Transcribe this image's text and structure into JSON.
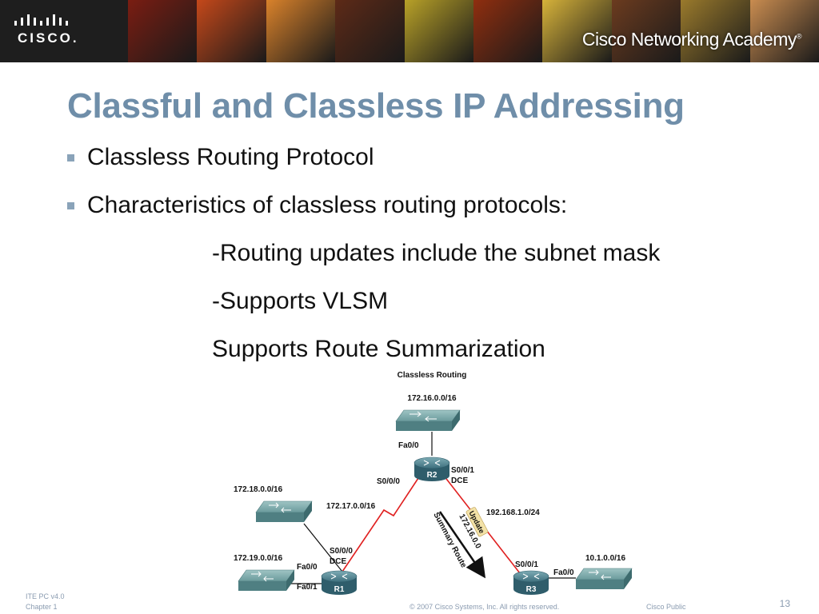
{
  "header": {
    "logo_text": "CISCO.",
    "academy_brand": "Cisco",
    "academy_rest": " Networking Academy",
    "photo_colors": [
      "#7a1d12",
      "#c4481a",
      "#d9822b",
      "#5d2a17",
      "#b8a128",
      "#8f2e0f",
      "#d6b23a",
      "#6b3b1f",
      "#9a7a2c",
      "#c98c50"
    ]
  },
  "slide": {
    "title": "Classful and Classless IP Addressing",
    "bullets": [
      "Classless Routing Protocol",
      "Characteristics of classless routing protocols:"
    ],
    "subpoints": [
      "-Routing updates include the subnet mask",
      "-Supports VLSM",
      "Supports Route Summarization"
    ]
  },
  "diagram": {
    "title": "Classless Routing",
    "networks": {
      "top": "172.16.0.0/16",
      "left_top": "172.18.0.0/16",
      "left_bottom": "172.19.0.0/16",
      "r1_r2": "172.17.0.0/16",
      "r2_r3": "192.168.1.0/24",
      "right": "10.1.0.0/16"
    },
    "routers": [
      "R1",
      "R2",
      "R3"
    ],
    "interfaces": {
      "r2_fa": "Fa0/0",
      "r2_s001": "S0/0/1",
      "r2_dce": "DCE",
      "r2_s000": "S0/0/0",
      "r1_s000": "S0/0/0",
      "r1_dce": "DCE",
      "r1_fa00": "Fa0/0",
      "r1_fa01": "Fa0/1",
      "r3_s001": "S0/0/1",
      "r3_fa00": "Fa0/0"
    },
    "update_badge": "Update",
    "update_prefix": "172.16.0.0",
    "summary_label": "Summary Route"
  },
  "footer": {
    "line1": "ITE PC v4.0",
    "line2": "Chapter 1",
    "copyright": "© 2007 Cisco Systems, Inc. All rights reserved.",
    "classification": "Cisco Public",
    "page": "13"
  }
}
